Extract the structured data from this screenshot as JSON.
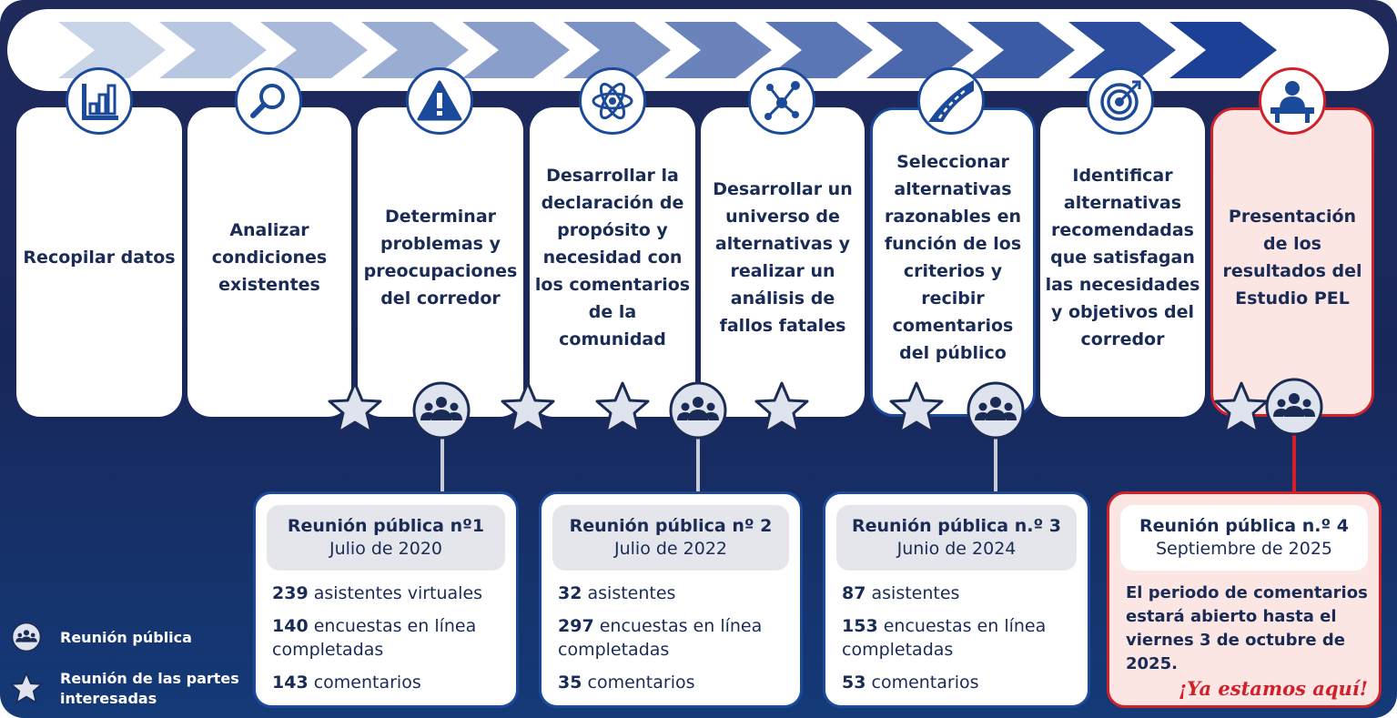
{
  "colors": {
    "navy": "#1a2b55",
    "accent_blue": "#1c4a9a",
    "current_red": "#d0212b",
    "current_fill": "#fbe6e4"
  },
  "steps": [
    {
      "label": "Recopilar datos",
      "icon": "bar-chart-icon"
    },
    {
      "label": "Analizar condiciones existentes",
      "icon": "magnifier-icon"
    },
    {
      "label": "Determinar problemas y preocupaciones del corredor",
      "icon": "warning-icon"
    },
    {
      "label": "Desarrollar la declaración de propósito y necesidad con los comentarios de la comunidad",
      "icon": "atom-icon"
    },
    {
      "label": "Desarrollar un universo de alternativas y realizar un análisis de fallos fatales",
      "icon": "network-icon"
    },
    {
      "label": "Seleccionar alternativas razonables en función de los criterios y recibir comentarios del público",
      "icon": "road-icon"
    },
    {
      "label": "Identificar alternativas recomendadas que satisfagan las necesidades y objetivos del corredor",
      "icon": "target-icon"
    },
    {
      "label": "Presentación de los resultados del Estudio PEL",
      "icon": "presenter-icon"
    }
  ],
  "meetings": [
    {
      "title": "Reunión pública nº1",
      "date": "Julio de 2020",
      "stats": [
        {
          "value": "239",
          "text": "asistentes virtuales"
        },
        {
          "value": "140",
          "text": "encuestas en línea completadas"
        },
        {
          "value": "143",
          "text": "comentarios"
        }
      ]
    },
    {
      "title": "Reunión pública nº 2",
      "date": "Julio de 2022",
      "stats": [
        {
          "value": "32",
          "text": "asistentes"
        },
        {
          "value": "297",
          "text": "encuestas en línea completadas"
        },
        {
          "value": "35",
          "text": "comentarios"
        }
      ]
    },
    {
      "title": "Reunión pública n.º 3",
      "date": "Junio de 2024",
      "stats": [
        {
          "value": "87",
          "text": "asistentes"
        },
        {
          "value": "153",
          "text": "encuestas en línea completadas"
        },
        {
          "value": "53",
          "text": "comentarios"
        }
      ]
    },
    {
      "title": "Reunión pública n.º 4",
      "date": "Septiembre de 2025",
      "note": "El periodo de comentarios estará abierto hasta el viernes 3 de octubre de 2025.",
      "callout": "¡Ya estamos aquí!"
    }
  ],
  "legend": {
    "public_meeting": "Reunión pública",
    "stakeholder_meeting": "Reunión de las partes interesadas",
    "public_meeting_icon": "people-group-icon",
    "stakeholder_meeting_icon": "star-icon"
  }
}
